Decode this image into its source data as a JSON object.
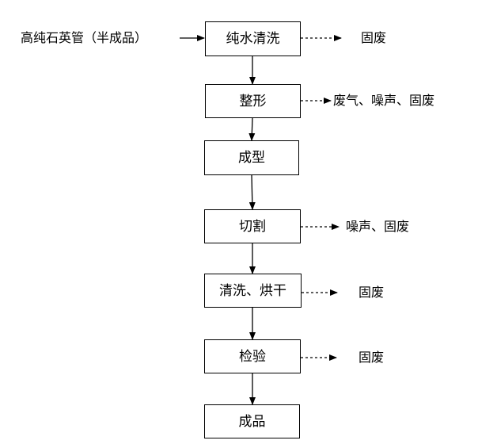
{
  "flow": {
    "input": "高纯石英管（半成品）",
    "steps": [
      "纯水清洗",
      "整形",
      "成型",
      "切割",
      "清洗、烘干",
      "检验",
      "成品"
    ],
    "outputs": [
      "固废",
      "废气、噪声、固废",
      "噪声、固废",
      "固废",
      "固废"
    ]
  },
  "colors": {
    "line": "#000000",
    "background": "#ffffff"
  }
}
